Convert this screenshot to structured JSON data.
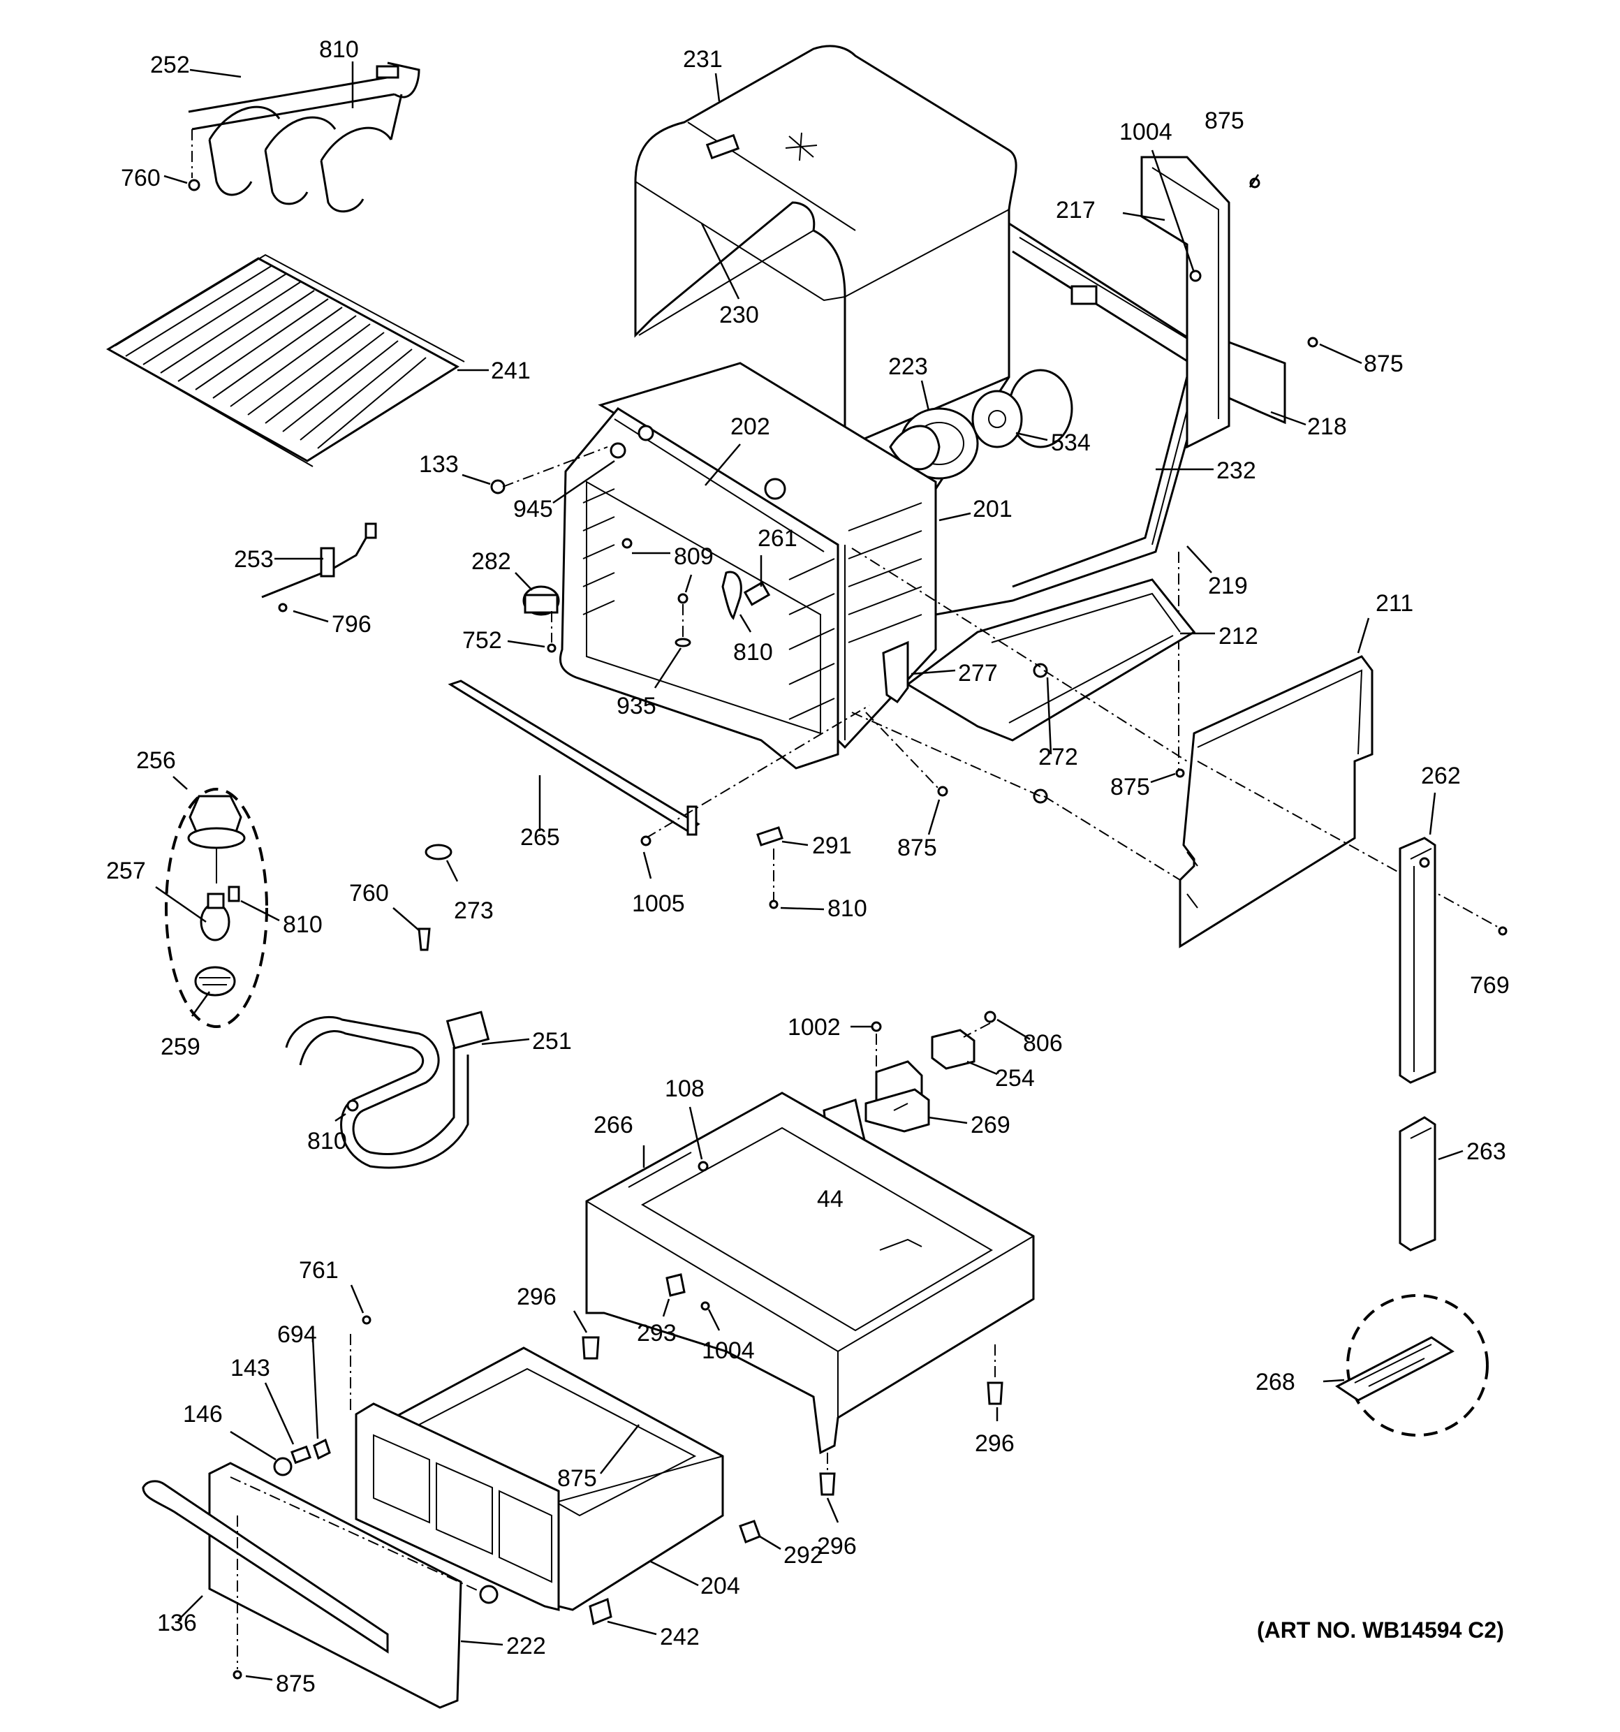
{
  "art_number": "(ART NO. WB14594 C2)",
  "labels": {
    "l252": "252",
    "l810a": "810",
    "l760a": "760",
    "l241": "241",
    "l231": "231",
    "l230": "230",
    "l1004a": "1004",
    "l875a": "875",
    "l217": "217",
    "l875b": "875",
    "l218": "218",
    "l223": "223",
    "l534": "534",
    "l232": "232",
    "l202": "202",
    "l133": "133",
    "l945": "945",
    "l201": "201",
    "l219": "219",
    "l253": "253",
    "l796": "796",
    "l282": "282",
    "l809": "809",
    "l261": "261",
    "l752": "752",
    "l810b": "810",
    "l212": "212",
    "l211": "211",
    "l935": "935",
    "l277": "277",
    "l272": "272",
    "l875c": "875",
    "l256": "256",
    "l265": "265",
    "l875d": "875",
    "l262": "262",
    "l257": "257",
    "l291": "291",
    "l810c": "810",
    "l760b": "760",
    "l273": "273",
    "l1005": "1005",
    "l769": "769",
    "l259": "259",
    "l251": "251",
    "l1002": "1002",
    "l806": "806",
    "l254": "254",
    "l810d": "810",
    "l108": "108",
    "l266": "266",
    "l269": "269",
    "l44": "44",
    "l263": "263",
    "l761": "761",
    "l296a": "296",
    "l293": "293",
    "l1004b": "1004",
    "l694": "694",
    "l143": "143",
    "l146": "146",
    "l296b": "296",
    "l268": "268",
    "l875e": "875",
    "l296c": "296",
    "l292": "292",
    "l204": "204",
    "l136": "136",
    "l222": "222",
    "l242": "242",
    "l875f": "875"
  }
}
